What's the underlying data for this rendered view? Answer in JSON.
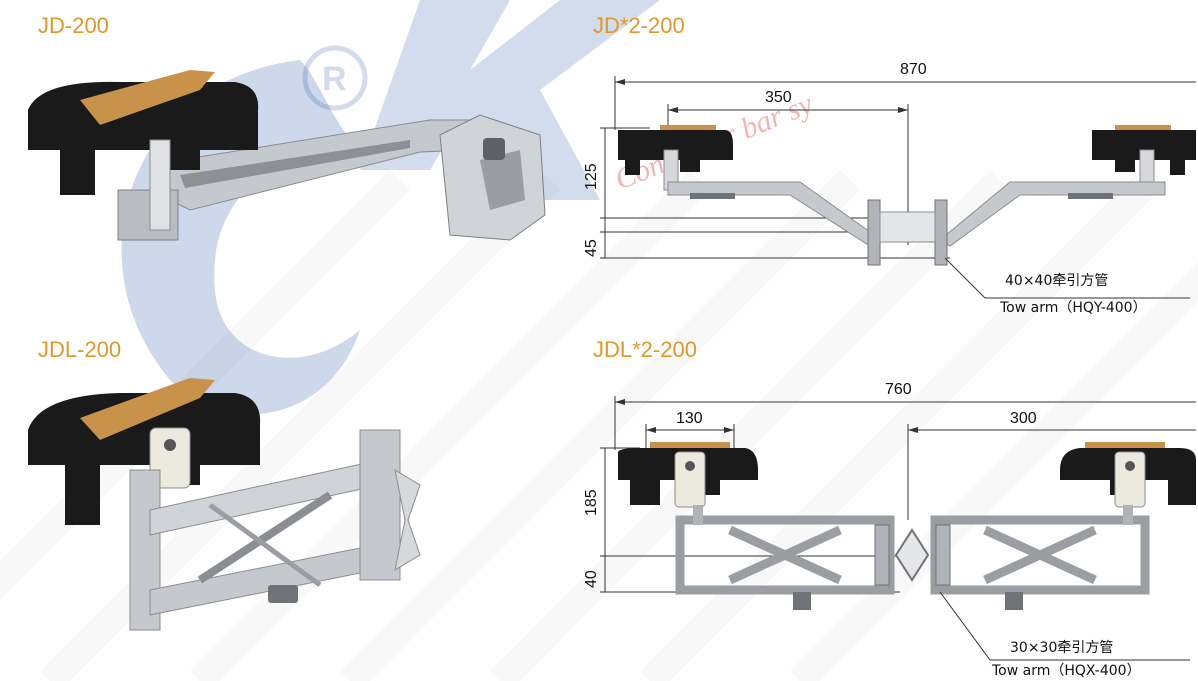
{
  "panels": {
    "jd200": {
      "title": "JD-200"
    },
    "jd2": {
      "title": "JD*2-200",
      "dim_total": "870",
      "dim_offset": "350",
      "dim_height": "125",
      "dim_arm": "45",
      "callout_cn": "40×40牵引方管",
      "callout_en": "Tow arm（HQY-400）"
    },
    "jdl200": {
      "title": "JDL-200"
    },
    "jdl2": {
      "title": "JDL*2-200",
      "dim_total": "760",
      "dim_left": "130",
      "dim_right": "300",
      "dim_height": "185",
      "dim_arm": "40",
      "callout_cn": "30×30牵引方管",
      "callout_en": "Tow arm（HQX-400）"
    }
  },
  "watermark": {
    "text": "Conductor bar sy",
    "color": "#1e4fa3"
  },
  "colors": {
    "title": "#e0982a",
    "collector_body": "#1a1a1a",
    "carbon_brush": "#c8924a",
    "metal": "#b9bcc1"
  }
}
